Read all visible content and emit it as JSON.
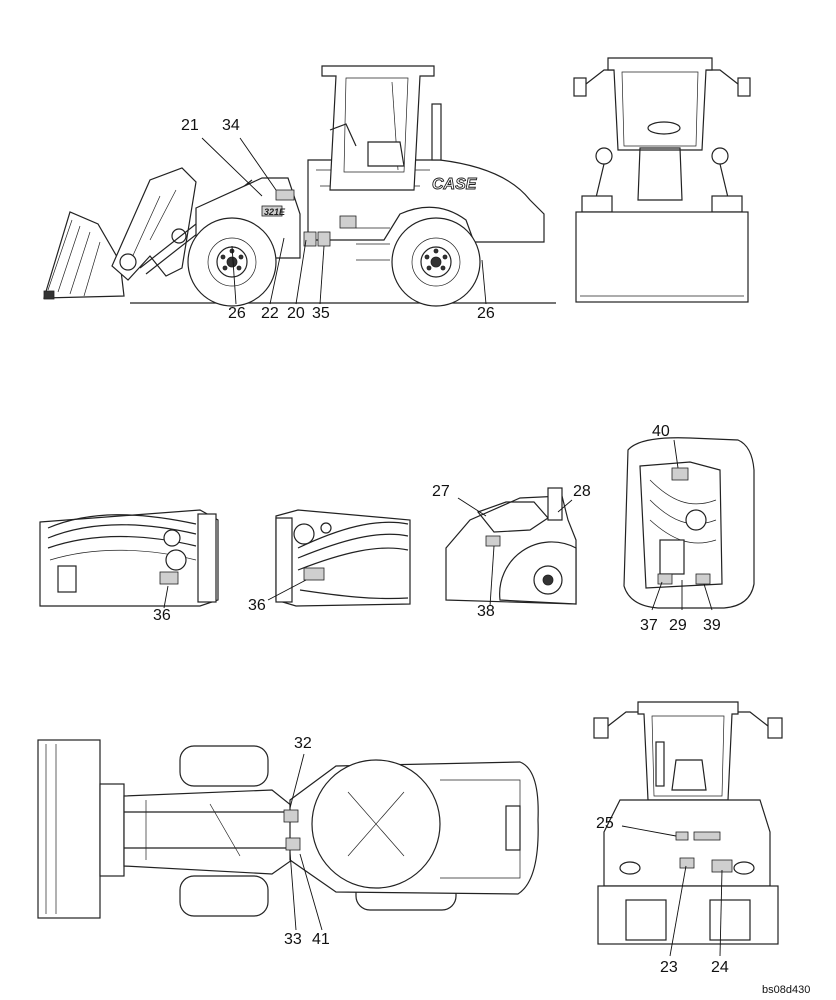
{
  "callouts": {
    "c21": "21",
    "c34": "34",
    "c26a": "26",
    "c22": "22",
    "c20": "20",
    "c35": "35",
    "c26b": "26",
    "c36a": "36",
    "c36b": "36",
    "c27": "27",
    "c28": "28",
    "c38": "38",
    "c40": "40",
    "c37": "37",
    "c29": "29",
    "c39": "39",
    "c32": "32",
    "c33": "33",
    "c41": "41",
    "c25": "25",
    "c23": "23",
    "c24": "24"
  },
  "reference_code": "bs08d430",
  "decal_text": {
    "brand": "CASE",
    "model": "321E"
  }
}
